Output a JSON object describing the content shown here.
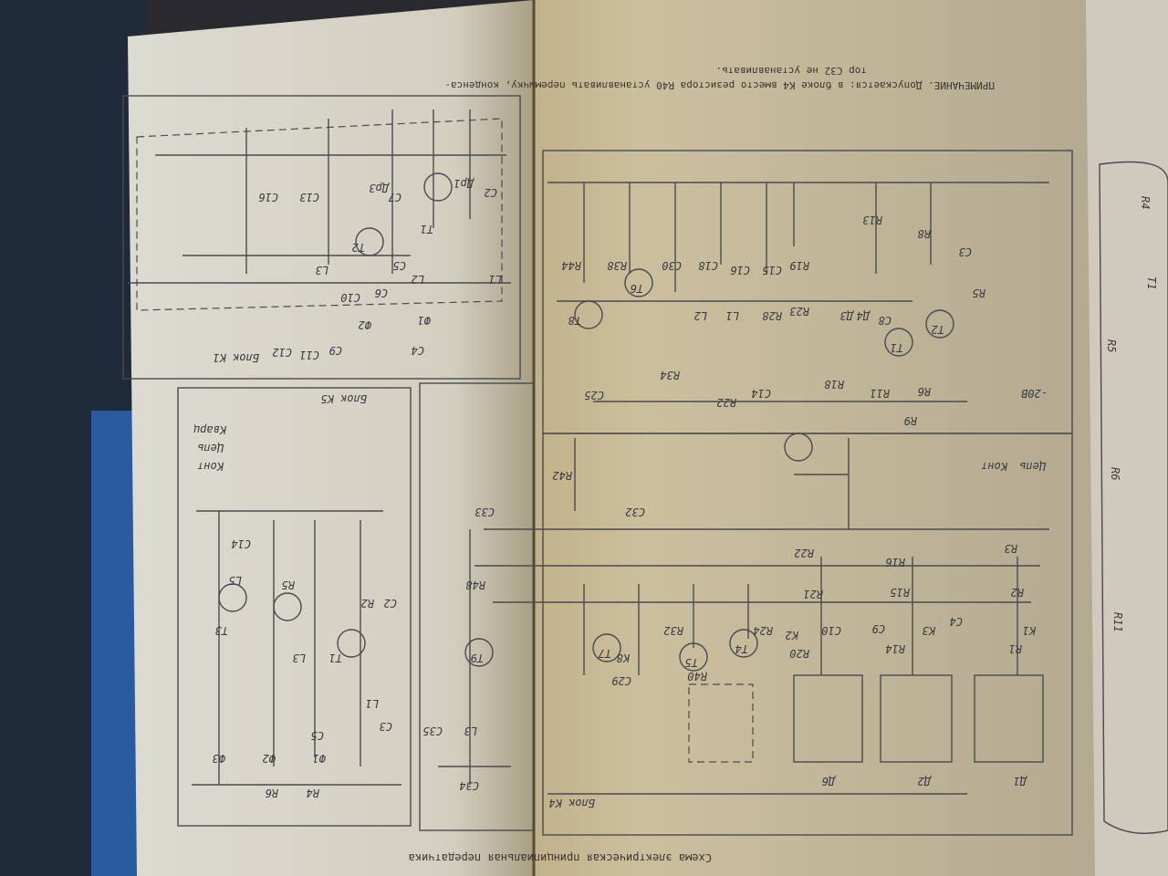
{
  "note": {
    "line1": "ПРИМЕЧАНИЕ. Допускается: в блоке К4 вместо резистора R40 устанавливать перемычку, конденса-",
    "line2": "тор С32 не устанавливать."
  },
  "caption": "Схема электрическая принципиальная передатчика",
  "blocks": {
    "k1": "Блок К1",
    "k5": "Блок К5",
    "k4": "Блок К4"
  },
  "components": {
    "left_upper": [
      "T1",
      "T2",
      "C2",
      "C5",
      "C7",
      "C13",
      "C16",
      "L1",
      "L2",
      "L3",
      "C10",
      "C6",
      "C4",
      "C9",
      "C11",
      "C12",
      "Др1",
      "Др3",
      "Ф1",
      "Ф2"
    ],
    "left_lower": [
      "T1",
      "T3",
      "R2",
      "C2",
      "L3",
      "R5",
      "L5",
      "C14",
      "L1",
      "C5",
      "C3",
      "Ф1",
      "Ф2",
      "Ф3",
      "R4",
      "R6",
      "Кварц",
      "Цепь",
      "Конт"
    ],
    "right_upper": [
      "T1",
      "T2",
      "T6",
      "T8",
      "R44",
      "R38",
      "C30",
      "C18",
      "C16",
      "C15",
      "R19",
      "L1",
      "L2",
      "R28",
      "R23",
      "Д3",
      "Д4",
      "С8",
      "R13",
      "R8",
      "C3",
      "R5",
      "R9",
      "R6",
      "R11",
      "R18",
      "C14",
      "R22",
      "R34",
      "C25",
      "-20В",
      "Цепь",
      "Конт"
    ],
    "right_lower": [
      "T4",
      "T5",
      "T7",
      "T9",
      "R42",
      "C32",
      "C33",
      "R3",
      "R22",
      "R16",
      "R21",
      "R15",
      "R2",
      "K1",
      "K2",
      "K3",
      "R1",
      "R14",
      "R20",
      "C10",
      "C9",
      "C4",
      "R48",
      "C29",
      "C35",
      "L3",
      "C34",
      "Д1",
      "Д2",
      "Д6",
      "K8",
      "R40",
      "R32",
      "R24"
    ]
  },
  "right_edge": [
    "R4",
    "T1",
    "R5",
    "R6",
    "R11"
  ]
}
